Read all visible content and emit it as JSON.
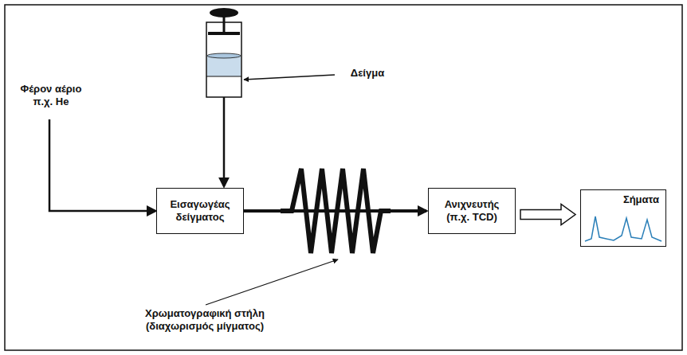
{
  "diagram": {
    "nodes": [
      {
        "text": [
          "Εισαγωγέας δείγματος"
        ]
      },
      {
        "text": [
          "Ανιχνευτής (π.χ. TCD)"
        ]
      },
      {
        "text": [
          "Σήματα"
        ]
      }
    ],
    "edges": [
      {
        "from": 0,
        "to": 1,
        "arrow": "to"
      },
      {
        "from": 1,
        "to": 2,
        "arrow": "to"
      }
    ],
    "labels": [
      "Δείγμα",
      "Φέρον αέριο π.χ. He",
      "Χρωματογραφική στήλη (διαχωρισμός μίγματος)"
    ]
  }
}
